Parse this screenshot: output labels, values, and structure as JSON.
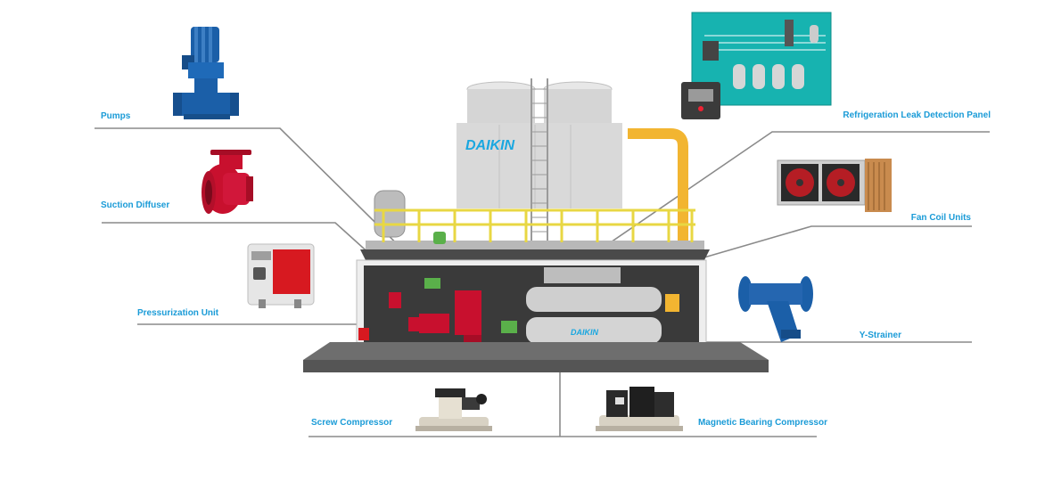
{
  "colors": {
    "label": "#1a9bd7",
    "leader_line": "#8a8a8a",
    "panel_teal": "#17b3b0",
    "pipe_yellow": "#f2b531",
    "rail_yellow": "#e8d743",
    "tower_grey": "#d9d9d9",
    "base_dark": "#5e5e5e",
    "pump_red": "#c8102e",
    "pump_blue": "#1b5fa8"
  },
  "brand": {
    "tower_logo": "DAIKIN",
    "vessel_logo": "DAIKIN"
  },
  "labels": {
    "pumps": "Pumps",
    "suction_diffuser": "Suction Diffuser",
    "pressurization_unit": "Pressurization Unit",
    "refrigeration_leak_panel": "Refrigeration Leak Detection Panel",
    "fan_coil_units": "Fan Coil Units",
    "y_strainer": "Y-Strainer",
    "screw_compressor": "Screw Compressor",
    "magnetic_bearing_compressor": "Magnetic Bearing Compressor"
  },
  "icons": [
    "vertical-pump-icon",
    "suction-diffuser-icon",
    "pressurization-unit-icon",
    "leak-detection-panel-icon",
    "fan-coil-unit-icon",
    "y-strainer-icon",
    "screw-compressor-icon",
    "magnetic-bearing-compressor-icon"
  ]
}
